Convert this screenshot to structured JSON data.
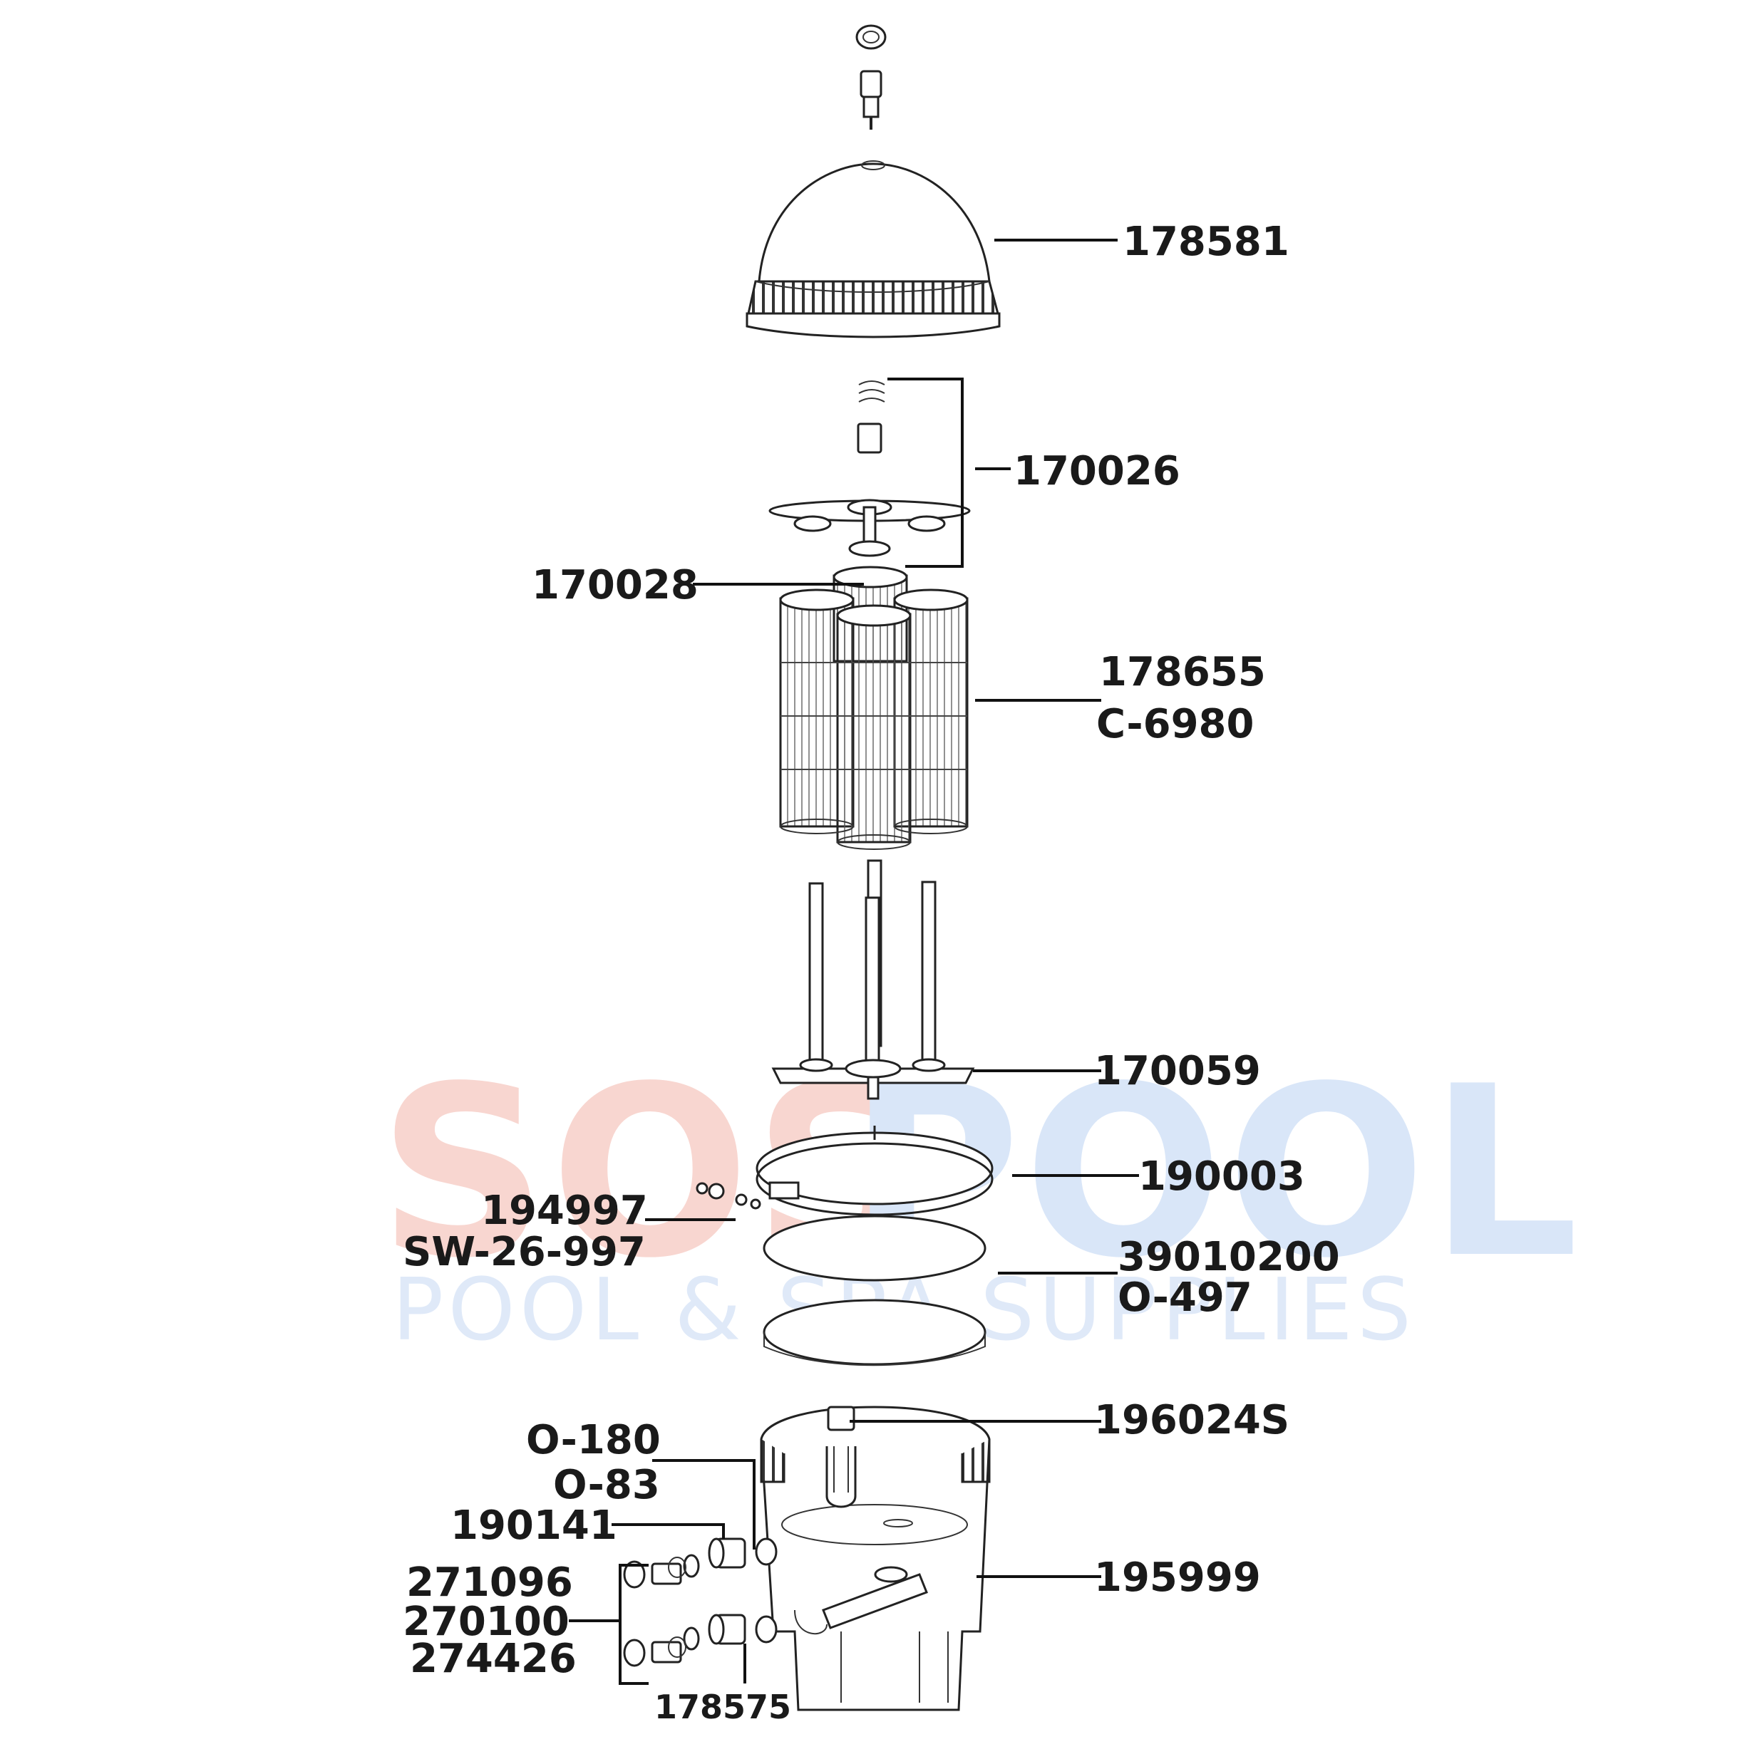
{
  "watermark": {
    "brand_left": "SOS",
    "brand_right": "POOL",
    "tagline": "POOL & SPA SUPPLIES",
    "color_left": "#f8d6d0",
    "color_right": "#d9e6f8",
    "tagline_color": "#dfe9f8"
  },
  "labels": {
    "lid": "178581",
    "spring_kit": "170026",
    "top_manifold": "170028",
    "cartridge_part": "178655",
    "cartridge_alt": "C-6980",
    "lower_manifold": "170059",
    "clamp": "190003",
    "clamp_hardware_part": "194997",
    "clamp_hardware_alt": "SW-26-997",
    "tank_oring_part": "39010200",
    "tank_oring_alt": "O-497",
    "air_relief_assembly": "196024S",
    "port_oring_part": "O-180",
    "port_oring_alt": "O-83",
    "union_nut": "190141",
    "tail_piece_1": "271096",
    "tail_piece_2": "270100",
    "tail_piece_3": "274426",
    "union_adapter": "178575",
    "tank_body": "195999"
  }
}
